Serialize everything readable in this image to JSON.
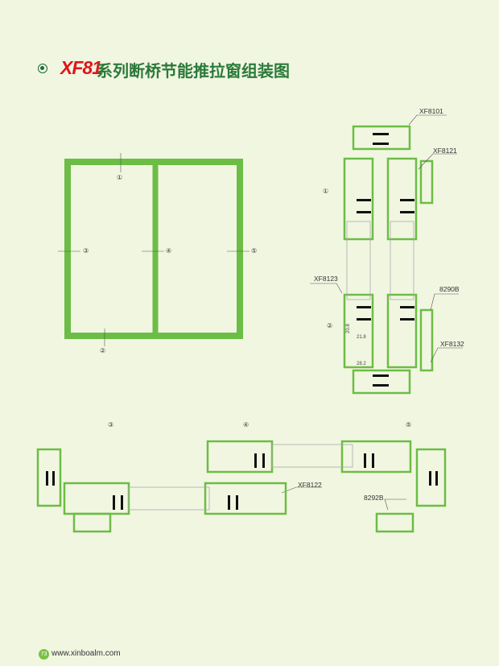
{
  "header": {
    "title_code": "XF81",
    "title_text": "系列断桥节能推拉窗组装图"
  },
  "elevation": {
    "markers": [
      "①",
      "②",
      "③",
      "④",
      "⑤"
    ]
  },
  "vertical_section": {
    "marker_top": "①",
    "marker_bottom": "②",
    "labels": [
      "XF8101",
      "XF8121",
      "XF8123",
      "8290B",
      "XF8132"
    ],
    "dimensions": [
      "20.8",
      "21.8",
      "28.2"
    ]
  },
  "horizontal_sections": {
    "markers": [
      "③",
      "④",
      "⑤"
    ],
    "labels": [
      "XF8122",
      "8292B"
    ]
  },
  "footer": {
    "page": "73",
    "url": "www.xinboalm.com"
  },
  "colors": {
    "profile": "#6cbd45",
    "title_red": "#e0161b",
    "title_green": "#2a7a3a"
  }
}
